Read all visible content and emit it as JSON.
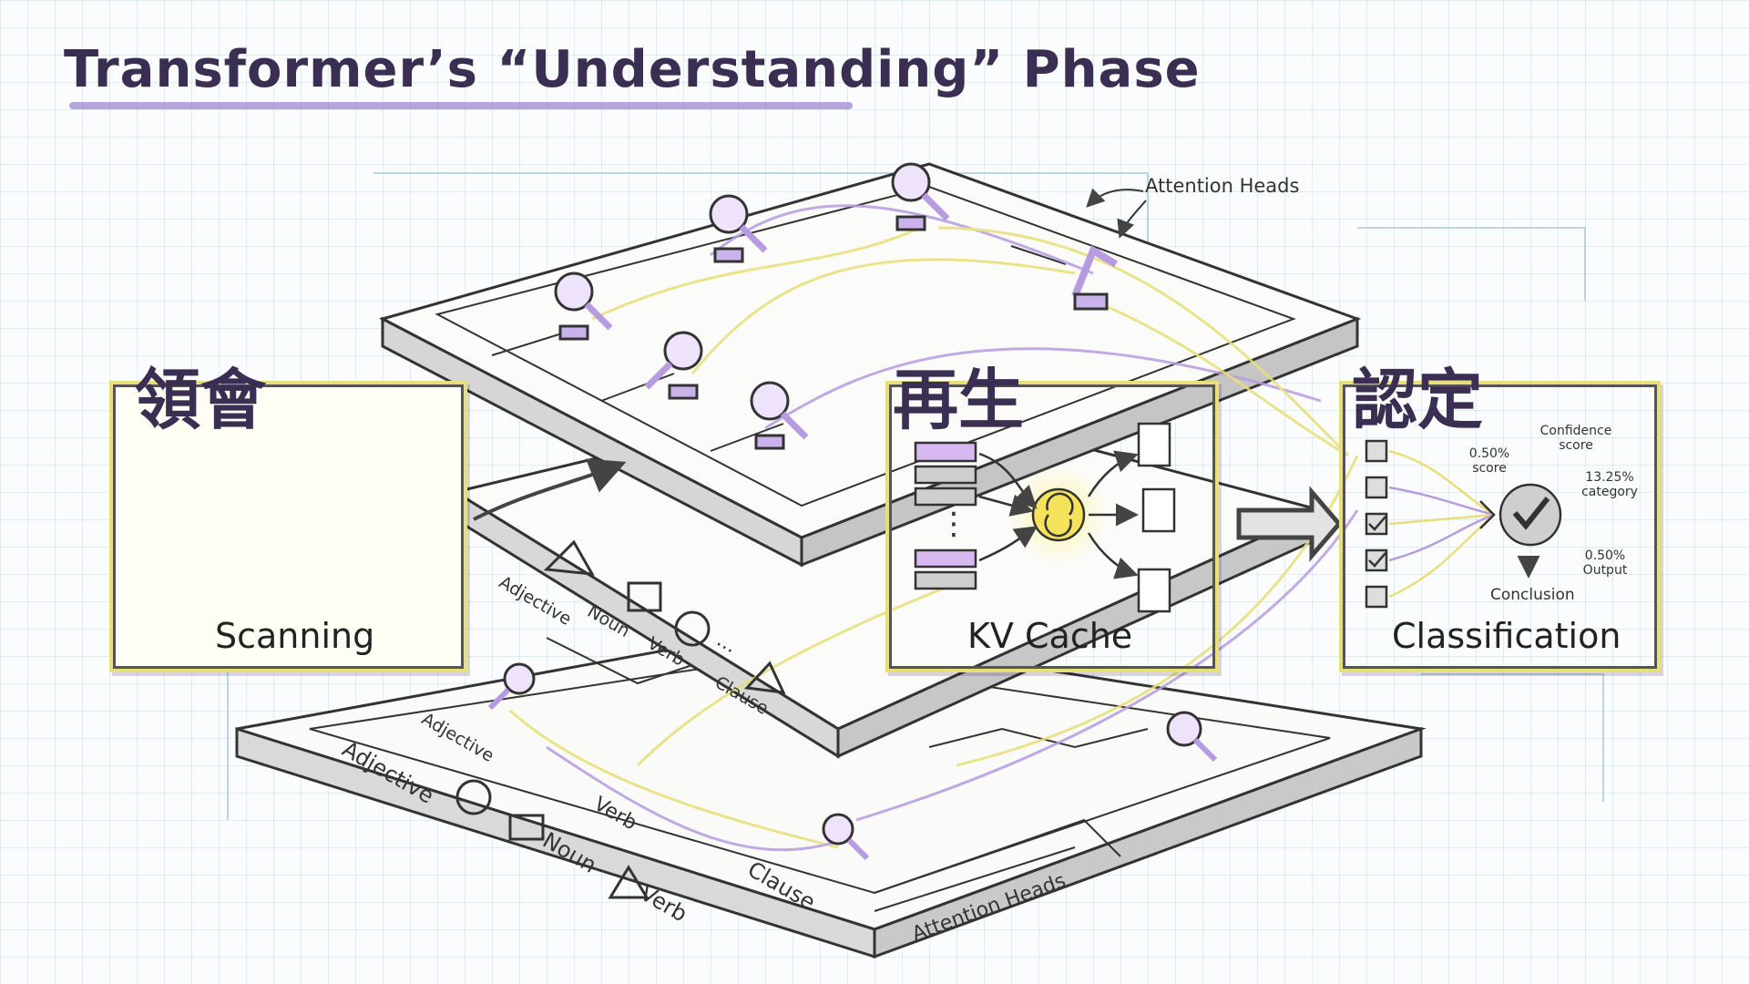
{
  "title": "Transformer’s “Understanding” Phase",
  "panels": {
    "scanning": {
      "kanji": "領會",
      "caption": "Scanning"
    },
    "kv_cache": {
      "kanji": "再生",
      "caption": "KV Cache",
      "dots": "⋮"
    },
    "classification": {
      "kanji": "認定",
      "caption": "Classification",
      "annotations": {
        "confidence": "Confidence score",
        "score": "0.50% score",
        "category": "13.25% category",
        "output": "0.50% Output",
        "conclusion": "Conclusion"
      }
    }
  },
  "top_label": "Attention Heads",
  "middle_layer_labels": [
    "Adjective",
    "Noun",
    "Verb",
    "...",
    "Clause"
  ],
  "bottom_layer_labels": {
    "adjective_small": "Adjective",
    "verb_small": "Verb",
    "clause": "Clause",
    "adjective": "Adjective",
    "noun": "Noun",
    "verb": "Verb",
    "attention_heads": "Attention Heads"
  },
  "colors": {
    "purple": "#b79be0",
    "yellow": "#e8df7a",
    "ink": "#3a2f52"
  }
}
